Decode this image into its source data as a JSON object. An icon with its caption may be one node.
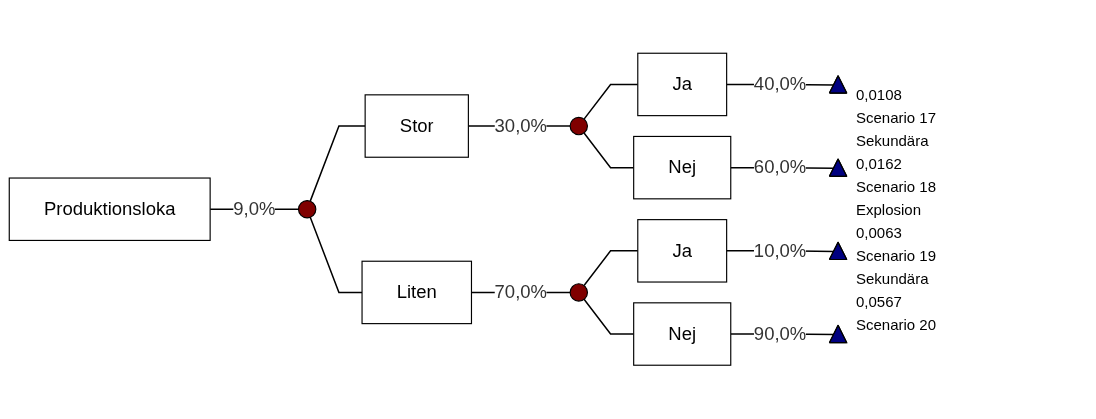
{
  "diagram": {
    "nodes": [
      {
        "text": [
          "Produktionsloka"
        ]
      },
      {
        "text": [],
        "shape": "circle"
      },
      {
        "text": [
          "Stor"
        ]
      },
      {
        "text": [
          "Liten"
        ]
      },
      {
        "text": [],
        "shape": "circle"
      },
      {
        "text": [],
        "shape": "circle"
      },
      {
        "text": [
          "Ja"
        ]
      },
      {
        "text": [
          "Nej"
        ]
      },
      {
        "text": [
          "Ja"
        ]
      },
      {
        "text": [
          "Nej"
        ]
      },
      {
        "text": [],
        "shape": "triangle"
      },
      {
        "text": [],
        "shape": "triangle"
      },
      {
        "text": [],
        "shape": "triangle"
      },
      {
        "text": [],
        "shape": "triangle"
      }
    ],
    "edges": [
      {
        "from": 0,
        "to": 1,
        "arrow": "none",
        "label": "9,0%"
      },
      {
        "from": 1,
        "to": 2,
        "arrow": "none"
      },
      {
        "from": 1,
        "to": 3,
        "arrow": "none"
      },
      {
        "from": 2,
        "to": 4,
        "arrow": "none",
        "label": "30,0%"
      },
      {
        "from": 3,
        "to": 5,
        "arrow": "none",
        "label": "70,0%"
      },
      {
        "from": 4,
        "to": 6,
        "arrow": "none"
      },
      {
        "from": 4,
        "to": 7,
        "arrow": "none"
      },
      {
        "from": 5,
        "to": 8,
        "arrow": "none"
      },
      {
        "from": 5,
        "to": 9,
        "arrow": "none"
      },
      {
        "from": 6,
        "to": 10,
        "arrow": "none",
        "label": "40,0%"
      },
      {
        "from": 7,
        "to": 11,
        "arrow": "none",
        "label": "60,0%"
      },
      {
        "from": 8,
        "to": 12,
        "arrow": "none",
        "label": "10,0%"
      },
      {
        "from": 9,
        "to": 13,
        "arrow": "none",
        "label": "90,0%"
      }
    ],
    "labels": [
      "0,0108",
      "Scenario 17",
      "Sekundära",
      "0,0162",
      "Scenario 18",
      "Explosion",
      "0,0063",
      "Scenario 19",
      "Sekundära",
      "0,0567",
      "Scenario 20"
    ]
  }
}
